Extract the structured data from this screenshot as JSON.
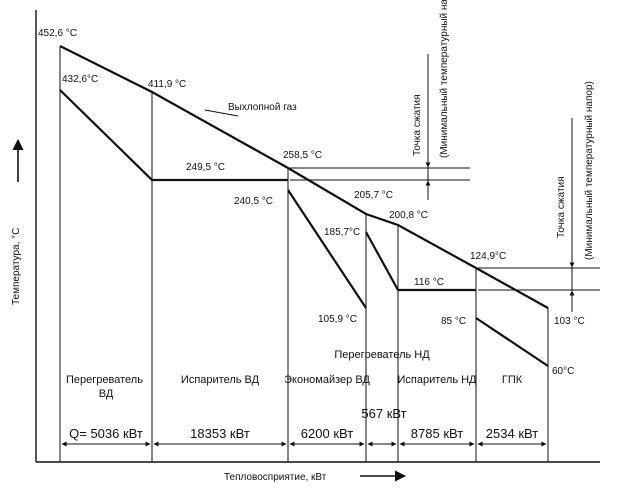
{
  "axes": {
    "y_label": "Температура, °C",
    "x_label": "Тепловосприятие, кВт"
  },
  "curves": {
    "exhaust_gas_label": "Выхлопной  газ"
  },
  "temperatures": {
    "gas_in": "452,6 °C",
    "steam_out": "432,6°C",
    "gas_after_hp_sh": "411,9 °C",
    "hp_evap_sat": "249,5 °C",
    "gas_after_hp_evap": "258,5 °C",
    "hp_eco_out": "240,5 °C",
    "gas_after_hp_eco": "205,7 °C",
    "gas_after_lp_sh": "200,8 °C",
    "lp_sh_out": "185,7°C",
    "hp_eco_in": "105,9 °C",
    "gas_after_lp_evap": "124,9°C",
    "lp_evap_sat": "116 °C",
    "gpk_out": "85 °C",
    "gas_out": "103 °C",
    "gpk_in": "60°C"
  },
  "pinch_labels": {
    "hp_title": "Точка сжатия",
    "hp_sub": "(Минимальный температурный напор)",
    "lp_title": "Точка сжатия",
    "lp_sub": "(Минимальный температурный напор)"
  },
  "sections": [
    {
      "name": "Перегреватель ВД",
      "duty": "Q=  5036 кВт"
    },
    {
      "name": "Испаритель ВД",
      "duty": "18353 кВт"
    },
    {
      "name": "Экономайзер ВД",
      "duty": "6200 кВт"
    },
    {
      "name": "Перегреватель НД",
      "duty": "567 кВт"
    },
    {
      "name": "Испаритель НД",
      "duty": "8785 кВт"
    },
    {
      "name": "ГПК",
      "duty": "2534 кВт"
    }
  ]
}
